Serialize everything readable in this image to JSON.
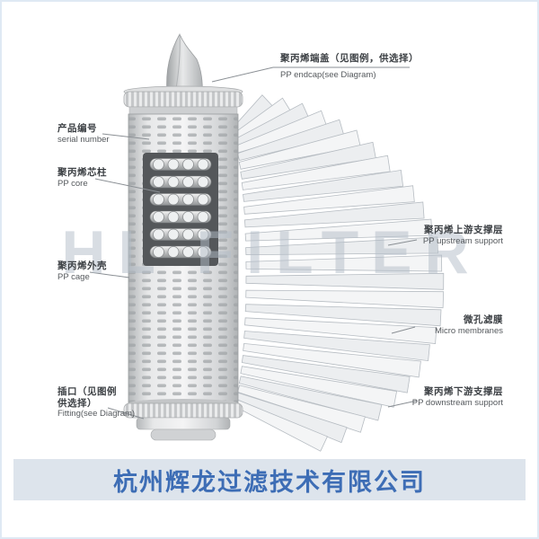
{
  "watermark": {
    "text": "HL FILTER"
  },
  "labels": {
    "endcap": {
      "zh": "聚丙烯端盖（见图例，供选择）",
      "en": "PP endcap(see Diagram)"
    },
    "serial": {
      "zh": "产品编号",
      "en": "serial number"
    },
    "core": {
      "zh": "聚丙烯芯柱",
      "en": "PP core"
    },
    "cage": {
      "zh": "聚丙烯外壳",
      "en": "PP cage"
    },
    "fitting": {
      "zh_line1": "插口（见图例",
      "zh_line2": "供选择）",
      "en": "Fitting(see Diagram)"
    },
    "upstream": {
      "zh": "聚丙烯上游支撑层",
      "en": "PP upstream support"
    },
    "membrane": {
      "zh": "微孔滤膜",
      "en": "Micro membranes"
    },
    "downstream": {
      "zh": "聚丙烯下游支撑层",
      "en": "PP downstream support"
    }
  },
  "footer": {
    "company": "杭州辉龙过滤技术有限公司"
  },
  "colors": {
    "accent_blue": "#3d6db5",
    "footer_bg": "#dde4ec",
    "watermark_gray": "#b3bdc8",
    "leader_line": "#8a8f94",
    "label_text": "#3b3f43",
    "diagram_light_gray": "#f2f3f4",
    "diagram_dark_gray": "#54575a"
  }
}
